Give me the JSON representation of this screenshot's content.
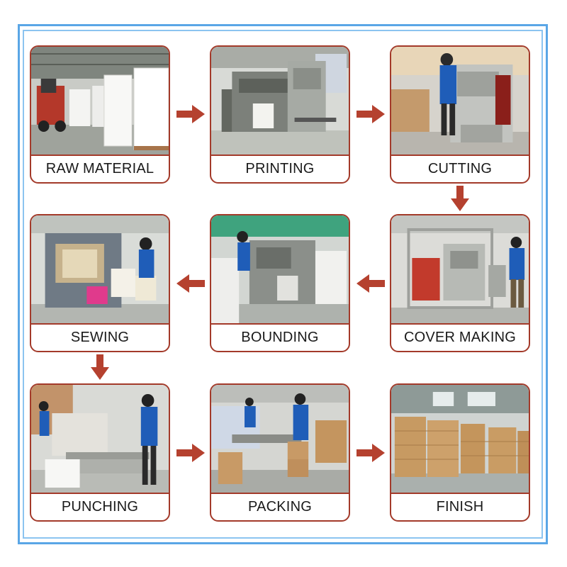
{
  "steps": [
    {
      "label": "RAW MATERIAL",
      "icon": "warehouse-paper-stacks-photo"
    },
    {
      "label": "PRINTING",
      "icon": "printing-press-photo"
    },
    {
      "label": "CUTTING",
      "icon": "paper-cutting-machine-photo"
    },
    {
      "label": "COVER MAKING",
      "icon": "cover-making-machine-photo"
    },
    {
      "label": "BOUNDING",
      "icon": "binding-machine-photo"
    },
    {
      "label": "SEWING",
      "icon": "sewing-machine-photo"
    },
    {
      "label": "PUNCHING",
      "icon": "punching-machine-photo"
    },
    {
      "label": "PACKING",
      "icon": "packing-station-photo"
    },
    {
      "label": "FINISH",
      "icon": "carton-stacks-photo"
    }
  ],
  "colors": {
    "card_border": "#a33a2a",
    "arrow": "#b5412f",
    "frame_outer": "#5aa6e6",
    "frame_inner": "#8cc4f0",
    "worker_uniform": "#1f5db8"
  }
}
